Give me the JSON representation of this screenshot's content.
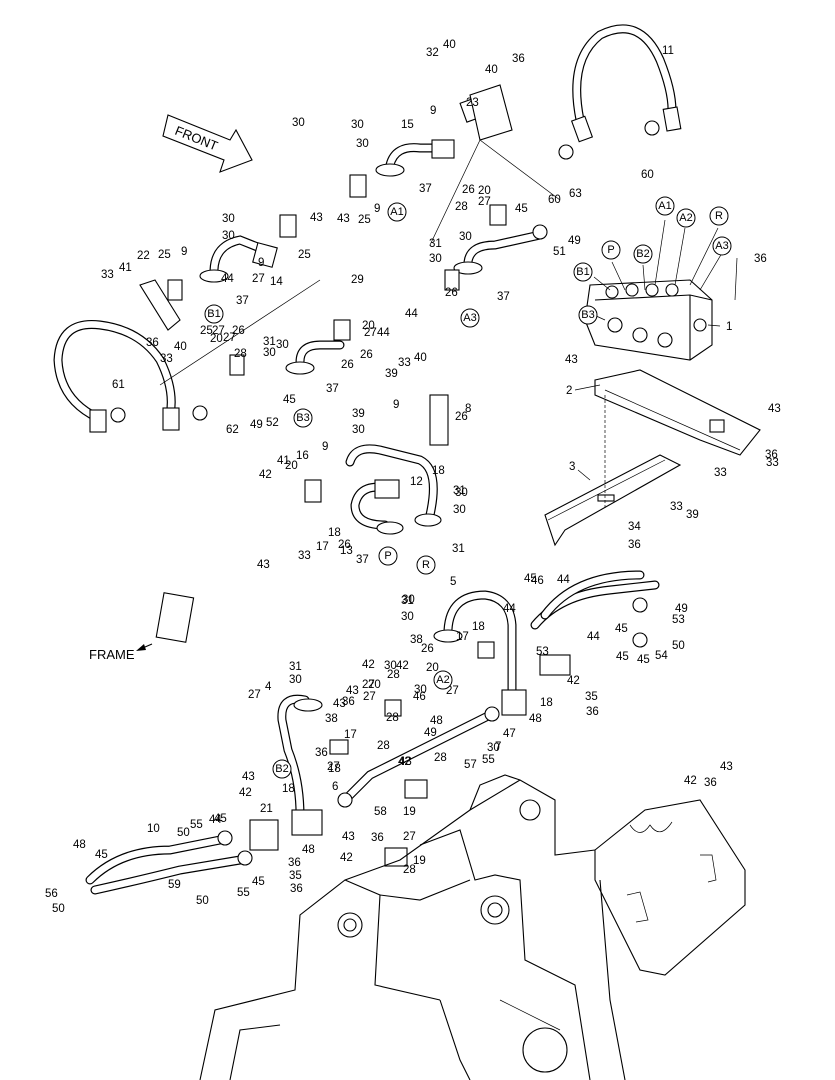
{
  "front_label": "FRONT",
  "frame_label": "FRAME",
  "callouts": [
    {
      "id": "c1",
      "text": "1"
    },
    {
      "id": "c2",
      "text": "2"
    },
    {
      "id": "c3",
      "text": "3"
    },
    {
      "id": "c4",
      "text": "4"
    },
    {
      "id": "c5",
      "text": "5"
    },
    {
      "id": "c6",
      "text": "6"
    },
    {
      "id": "c7",
      "text": "7"
    },
    {
      "id": "c8",
      "text": "8"
    },
    {
      "id": "c9a",
      "text": "9"
    },
    {
      "id": "c9b",
      "text": "9"
    },
    {
      "id": "c9c",
      "text": "9"
    },
    {
      "id": "c9d",
      "text": "9"
    },
    {
      "id": "c9e",
      "text": "9"
    },
    {
      "id": "c9f",
      "text": "9"
    },
    {
      "id": "c10",
      "text": "10"
    },
    {
      "id": "c11",
      "text": "11"
    },
    {
      "id": "c12",
      "text": "12"
    },
    {
      "id": "c13",
      "text": "13"
    },
    {
      "id": "c14",
      "text": "14"
    },
    {
      "id": "c15",
      "text": "15"
    },
    {
      "id": "c16",
      "text": "16"
    },
    {
      "id": "c17a",
      "text": "17"
    },
    {
      "id": "c17b",
      "text": "17"
    },
    {
      "id": "c17c",
      "text": "17"
    },
    {
      "id": "c18a",
      "text": "18"
    },
    {
      "id": "c18b",
      "text": "18"
    },
    {
      "id": "c18c",
      "text": "18"
    },
    {
      "id": "c18d",
      "text": "18"
    },
    {
      "id": "c18e",
      "text": "18"
    },
    {
      "id": "c18f",
      "text": "18"
    },
    {
      "id": "c19a",
      "text": "19"
    },
    {
      "id": "c19b",
      "text": "19"
    },
    {
      "id": "c20a",
      "text": "20"
    },
    {
      "id": "c20b",
      "text": "20"
    },
    {
      "id": "c20c",
      "text": "20"
    },
    {
      "id": "c20d",
      "text": "20"
    },
    {
      "id": "c20e",
      "text": "20"
    },
    {
      "id": "c20f",
      "text": "20"
    },
    {
      "id": "c21",
      "text": "21"
    },
    {
      "id": "c22",
      "text": "22"
    },
    {
      "id": "c23",
      "text": "23"
    },
    {
      "id": "c25a",
      "text": "25"
    },
    {
      "id": "c25b",
      "text": "25"
    },
    {
      "id": "c25c",
      "text": "25"
    },
    {
      "id": "c25d",
      "text": "25"
    },
    {
      "id": "c26a",
      "text": "26"
    },
    {
      "id": "c26b",
      "text": "26"
    },
    {
      "id": "c26c",
      "text": "26"
    },
    {
      "id": "c26d",
      "text": "26"
    },
    {
      "id": "c26e",
      "text": "26"
    },
    {
      "id": "c26f",
      "text": "26"
    },
    {
      "id": "c26g",
      "text": "26"
    },
    {
      "id": "c26h",
      "text": "26"
    },
    {
      "id": "c27a",
      "text": "27"
    },
    {
      "id": "c27b",
      "text": "27"
    },
    {
      "id": "c27c",
      "text": "27"
    },
    {
      "id": "c27d",
      "text": "27"
    },
    {
      "id": "c27e",
      "text": "27"
    },
    {
      "id": "c27f",
      "text": "27"
    },
    {
      "id": "c27g",
      "text": "27"
    },
    {
      "id": "c27h",
      "text": "27"
    },
    {
      "id": "c27i",
      "text": "27"
    },
    {
      "id": "c27j",
      "text": "27"
    },
    {
      "id": "c27k",
      "text": "27"
    },
    {
      "id": "c28a",
      "text": "28"
    },
    {
      "id": "c28b",
      "text": "28"
    },
    {
      "id": "c28c",
      "text": "28"
    },
    {
      "id": "c28d",
      "text": "28"
    },
    {
      "id": "c28e",
      "text": "28"
    },
    {
      "id": "c28f",
      "text": "28"
    },
    {
      "id": "c28g",
      "text": "28"
    },
    {
      "id": "c29",
      "text": "29"
    },
    {
      "id": "c30a",
      "text": "30"
    },
    {
      "id": "c30b",
      "text": "30"
    },
    {
      "id": "c30c",
      "text": "30"
    },
    {
      "id": "c30d",
      "text": "30"
    },
    {
      "id": "c30e",
      "text": "30"
    },
    {
      "id": "c30f",
      "text": "30"
    },
    {
      "id": "c30g",
      "text": "30"
    },
    {
      "id": "c30h",
      "text": "30"
    },
    {
      "id": "c30i",
      "text": "30"
    },
    {
      "id": "c30j",
      "text": "30"
    },
    {
      "id": "c30k",
      "text": "30"
    },
    {
      "id": "c30l",
      "text": "30"
    },
    {
      "id": "c30m",
      "text": "30"
    },
    {
      "id": "c30n",
      "text": "30"
    },
    {
      "id": "c30o",
      "text": "30"
    },
    {
      "id": "c30p",
      "text": "30"
    },
    {
      "id": "c30q",
      "text": "30"
    },
    {
      "id": "c30r",
      "text": "30"
    },
    {
      "id": "c31a",
      "text": "31"
    },
    {
      "id": "c31b",
      "text": "31"
    },
    {
      "id": "c31c",
      "text": "31"
    },
    {
      "id": "c31d",
      "text": "31"
    },
    {
      "id": "c31e",
      "text": "31"
    },
    {
      "id": "c31f",
      "text": "31"
    },
    {
      "id": "c32",
      "text": "32"
    },
    {
      "id": "c33a",
      "text": "33"
    },
    {
      "id": "c33b",
      "text": "33"
    },
    {
      "id": "c33c",
      "text": "33"
    },
    {
      "id": "c33d",
      "text": "33"
    },
    {
      "id": "c33e",
      "text": "33"
    },
    {
      "id": "c33f",
      "text": "33"
    },
    {
      "id": "c33g",
      "text": "33"
    },
    {
      "id": "c34",
      "text": "34"
    },
    {
      "id": "c35a",
      "text": "35"
    },
    {
      "id": "c35b",
      "text": "35"
    },
    {
      "id": "c36a",
      "text": "36"
    },
    {
      "id": "c36b",
      "text": "36"
    },
    {
      "id": "c36c",
      "text": "36"
    },
    {
      "id": "c36d",
      "text": "36"
    },
    {
      "id": "c36e",
      "text": "36"
    },
    {
      "id": "c36f",
      "text": "36"
    },
    {
      "id": "c36g",
      "text": "36"
    },
    {
      "id": "c36h",
      "text": "36"
    },
    {
      "id": "c36i",
      "text": "36"
    },
    {
      "id": "c36j",
      "text": "36"
    },
    {
      "id": "c36k",
      "text": "36"
    },
    {
      "id": "c36l",
      "text": "36"
    },
    {
      "id": "c37a",
      "text": "37"
    },
    {
      "id": "c37b",
      "text": "37"
    },
    {
      "id": "c37c",
      "text": "37"
    },
    {
      "id": "c37d",
      "text": "37"
    },
    {
      "id": "c37e",
      "text": "37"
    },
    {
      "id": "c38a",
      "text": "38"
    },
    {
      "id": "c38b",
      "text": "38"
    },
    {
      "id": "c39a",
      "text": "39"
    },
    {
      "id": "c39b",
      "text": "39"
    },
    {
      "id": "c39c",
      "text": "39"
    },
    {
      "id": "c40a",
      "text": "40"
    },
    {
      "id": "c40b",
      "text": "40"
    },
    {
      "id": "c40c",
      "text": "40"
    },
    {
      "id": "c40d",
      "text": "40"
    },
    {
      "id": "c41a",
      "text": "41"
    },
    {
      "id": "c41b",
      "text": "41"
    },
    {
      "id": "c42a",
      "text": "42"
    },
    {
      "id": "c42b",
      "text": "42"
    },
    {
      "id": "c42c",
      "text": "42"
    },
    {
      "id": "c42d",
      "text": "42"
    },
    {
      "id": "c42e",
      "text": "42"
    },
    {
      "id": "c42f",
      "text": "42"
    },
    {
      "id": "c42g",
      "text": "42"
    },
    {
      "id": "c42h",
      "text": "42"
    },
    {
      "id": "c43a",
      "text": "43"
    },
    {
      "id": "c43b",
      "text": "43"
    },
    {
      "id": "c43c",
      "text": "43"
    },
    {
      "id": "c43d",
      "text": "43"
    },
    {
      "id": "c43e",
      "text": "43"
    },
    {
      "id": "c43f",
      "text": "43"
    },
    {
      "id": "c43g",
      "text": "43"
    },
    {
      "id": "c43h",
      "text": "43"
    },
    {
      "id": "c43i",
      "text": "43"
    },
    {
      "id": "c43j",
      "text": "43"
    },
    {
      "id": "c43k",
      "text": "43"
    },
    {
      "id": "c44a",
      "text": "44"
    },
    {
      "id": "c44b",
      "text": "44"
    },
    {
      "id": "c44c",
      "text": "44"
    },
    {
      "id": "c44d",
      "text": "44"
    },
    {
      "id": "c44e",
      "text": "44"
    },
    {
      "id": "c44f",
      "text": "44"
    },
    {
      "id": "c44g",
      "text": "44"
    },
    {
      "id": "c45a",
      "text": "45"
    },
    {
      "id": "c45b",
      "text": "45"
    },
    {
      "id": "c45c",
      "text": "45"
    },
    {
      "id": "c45d",
      "text": "45"
    },
    {
      "id": "c45e",
      "text": "45"
    },
    {
      "id": "c45f",
      "text": "45"
    },
    {
      "id": "c45g",
      "text": "45"
    },
    {
      "id": "c45h",
      "text": "45"
    },
    {
      "id": "c45i",
      "text": "45"
    },
    {
      "id": "c46a",
      "text": "46"
    },
    {
      "id": "c46b",
      "text": "46"
    },
    {
      "id": "c47",
      "text": "47"
    },
    {
      "id": "c48a",
      "text": "48"
    },
    {
      "id": "c48b",
      "text": "48"
    },
    {
      "id": "c48c",
      "text": "48"
    },
    {
      "id": "c48d",
      "text": "48"
    },
    {
      "id": "c49a",
      "text": "49"
    },
    {
      "id": "c49b",
      "text": "49"
    },
    {
      "id": "c49c",
      "text": "49"
    },
    {
      "id": "c49d",
      "text": "49"
    },
    {
      "id": "c50a",
      "text": "50"
    },
    {
      "id": "c50b",
      "text": "50"
    },
    {
      "id": "c50c",
      "text": "50"
    },
    {
      "id": "c50d",
      "text": "50"
    },
    {
      "id": "c51",
      "text": "51"
    },
    {
      "id": "c52",
      "text": "52"
    },
    {
      "id": "c53a",
      "text": "53"
    },
    {
      "id": "c53b",
      "text": "53"
    },
    {
      "id": "c54",
      "text": "54"
    },
    {
      "id": "c55a",
      "text": "55"
    },
    {
      "id": "c55b",
      "text": "55"
    },
    {
      "id": "c55c",
      "text": "55"
    },
    {
      "id": "c56",
      "text": "56"
    },
    {
      "id": "c57",
      "text": "57"
    },
    {
      "id": "c58",
      "text": "58"
    },
    {
      "id": "c59",
      "text": "59"
    },
    {
      "id": "c60a",
      "text": "60"
    },
    {
      "id": "c60b",
      "text": "60"
    },
    {
      "id": "c61",
      "text": "61"
    },
    {
      "id": "c62",
      "text": "62"
    },
    {
      "id": "c63",
      "text": "63"
    }
  ],
  "ports": [
    {
      "id": "pA1a",
      "text": "A1"
    },
    {
      "id": "pA2a",
      "text": "A2"
    },
    {
      "id": "pRa",
      "text": "R"
    },
    {
      "id": "pPa",
      "text": "P"
    },
    {
      "id": "pB2a",
      "text": "B2"
    },
    {
      "id": "pA3a",
      "text": "A3"
    },
    {
      "id": "pB1a",
      "text": "B1"
    },
    {
      "id": "pB3a",
      "text": "B3"
    },
    {
      "id": "pA1b",
      "text": "A1"
    },
    {
      "id": "pB1b",
      "text": "B1"
    },
    {
      "id": "pA3b",
      "text": "A3"
    },
    {
      "id": "pB3b",
      "text": "B3"
    },
    {
      "id": "pPb",
      "text": "P"
    },
    {
      "id": "pRb",
      "text": "R"
    },
    {
      "id": "pA2b",
      "text": "A2"
    },
    {
      "id": "pB2b",
      "text": "B2"
    }
  ]
}
